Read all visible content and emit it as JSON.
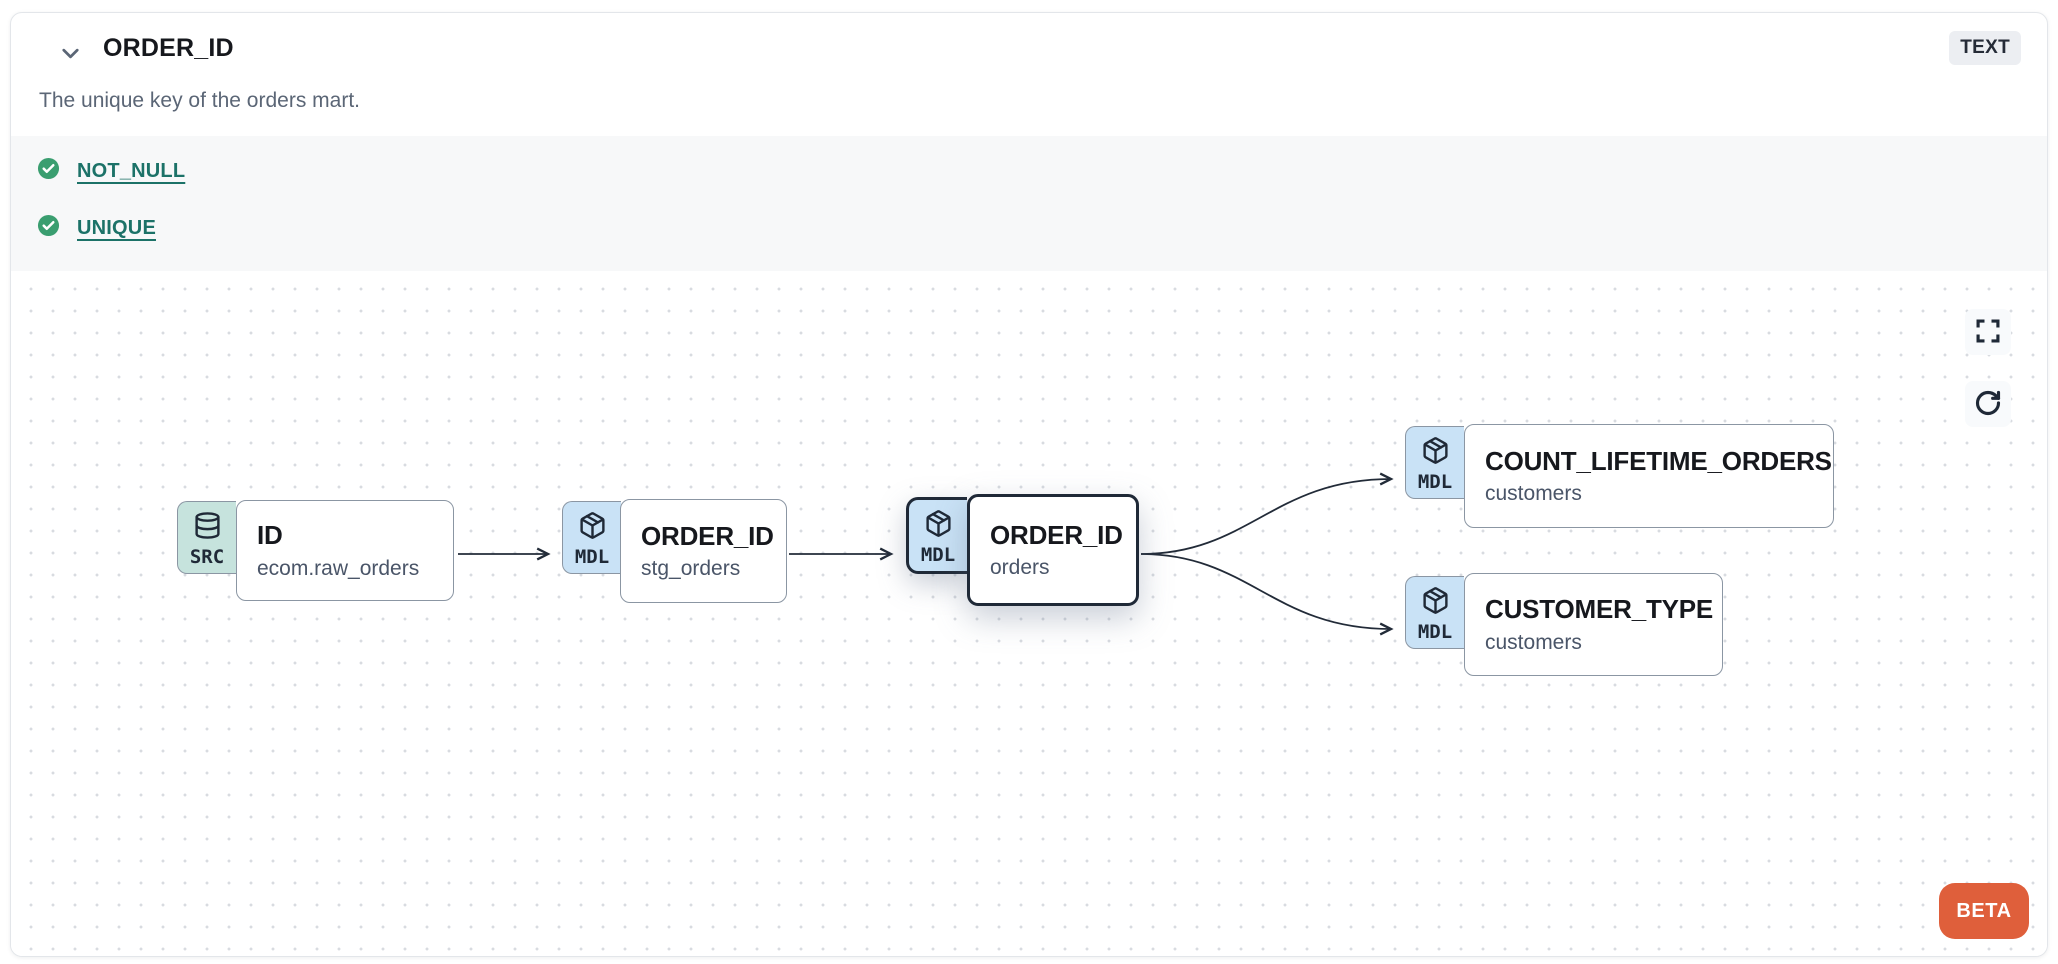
{
  "header": {
    "title": "ORDER_ID",
    "type_badge": "TEXT",
    "description": "The unique key of the orders mart.",
    "collapse_icon": "chevron-down-icon"
  },
  "tests": {
    "items": [
      {
        "icon": "check-circle-icon",
        "status": "pass",
        "label": "NOT_NULL"
      },
      {
        "icon": "check-circle-icon",
        "status": "pass",
        "label": "UNIQUE"
      }
    ]
  },
  "lineage": {
    "nodes": [
      {
        "kind": "SRC",
        "icon": "database-icon",
        "title": "ID",
        "subtitle": "ecom.raw_orders",
        "selected": false
      },
      {
        "kind": "MDL",
        "icon": "cube-icon",
        "title": "ORDER_ID",
        "subtitle": "stg_orders",
        "selected": false
      },
      {
        "kind": "MDL",
        "icon": "cube-icon",
        "title": "ORDER_ID",
        "subtitle": "orders",
        "selected": true
      },
      {
        "kind": "MDL",
        "icon": "cube-icon",
        "title": "COUNT_LIFETIME_ORDERS",
        "subtitle": "customers",
        "selected": false
      },
      {
        "kind": "MDL",
        "icon": "cube-icon",
        "title": "CUSTOMER_TYPE",
        "subtitle": "customers",
        "selected": false
      }
    ],
    "edges": [
      {
        "from": "ID (ecom.raw_orders)",
        "to": "ORDER_ID (stg_orders)"
      },
      {
        "from": "ORDER_ID (stg_orders)",
        "to": "ORDER_ID (orders)"
      },
      {
        "from": "ORDER_ID (orders)",
        "to": "COUNT_LIFETIME_ORDERS (customers)"
      },
      {
        "from": "ORDER_ID (orders)",
        "to": "CUSTOMER_TYPE (customers)"
      }
    ],
    "controls": {
      "fullscreen": "fullscreen-icon",
      "refresh": "refresh-icon"
    },
    "beta_label": "BETA"
  },
  "colors": {
    "test_pass_green": "#3a9e70",
    "test_link_teal": "#1c7268",
    "beta_orange": "#df5f3b",
    "src_badge_teal": "#c6e3dd",
    "mdl_badge_blue": "#c9e2f6",
    "selected_border": "#1f2937",
    "node_border": "#8b96a3",
    "tests_band_bg": "#f7f8f9"
  }
}
